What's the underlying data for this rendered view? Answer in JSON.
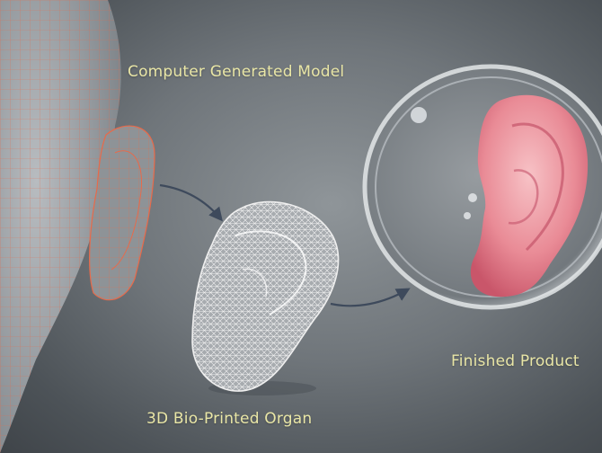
{
  "labels": {
    "model": "Computer Generated Model",
    "organ": "3D Bio-Printed Organ",
    "product": "Finished Product"
  },
  "colors": {
    "caption": "#e9e6a6",
    "wireframe": "#e86a4a",
    "printed_mesh": "#e8e8e8",
    "ear": "#e77d8a",
    "arrow": "#3e4a5c"
  },
  "icons": {
    "head_model": "wireframe-head-icon",
    "printed_ear": "mesh-ear-icon",
    "finished_ear": "ear-in-petri-dish-icon",
    "arrow": "curved-arrow-icon"
  }
}
